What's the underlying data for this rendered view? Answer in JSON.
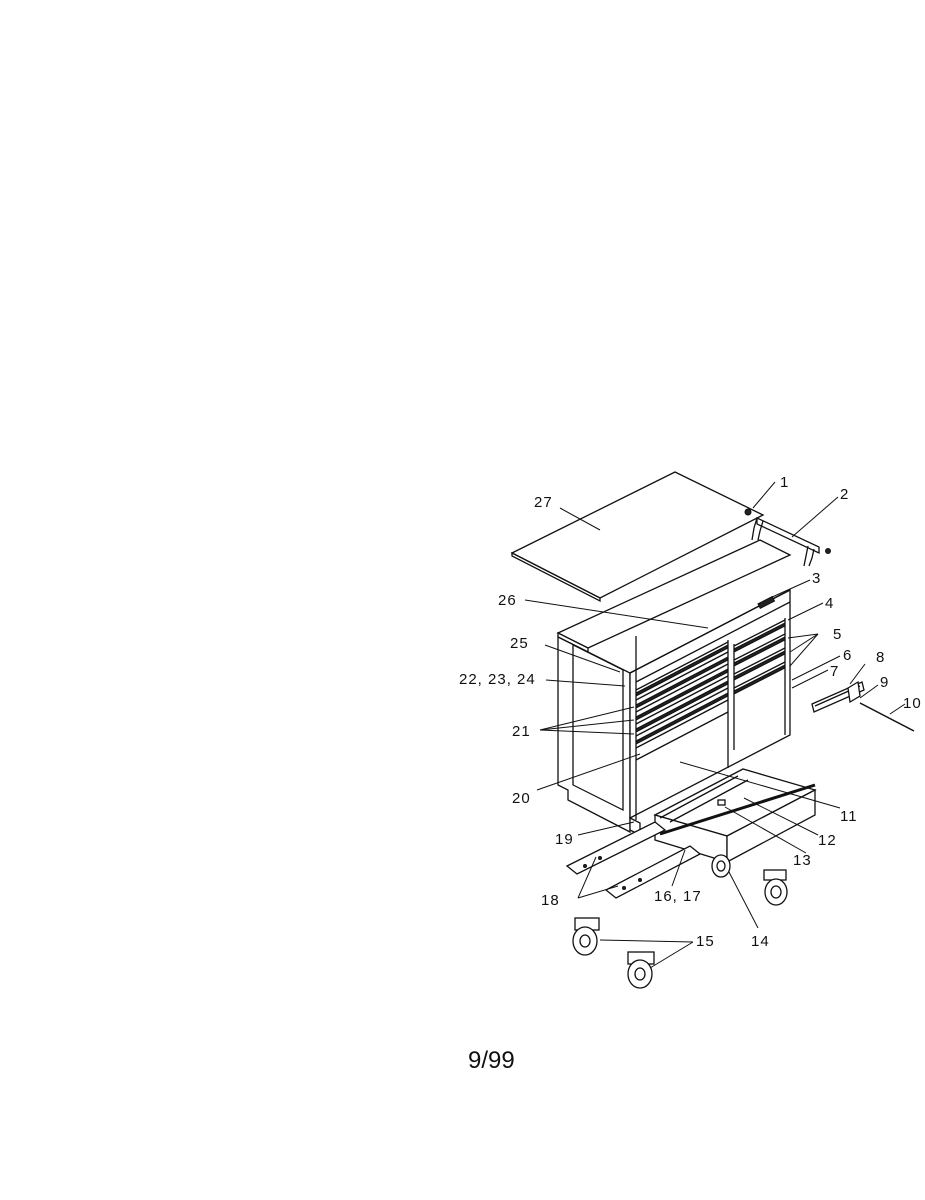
{
  "labels": {
    "l1": "1",
    "l2": "2",
    "l3": "3",
    "l4": "4",
    "l5": "5",
    "l6": "6",
    "l7": "7",
    "l8": "8",
    "l9": "9",
    "l10": "10",
    "l11": "11",
    "l12": "12",
    "l13": "13",
    "l14": "14",
    "l15": "15",
    "l16_17": "16, 17",
    "l18": "18",
    "l19": "19",
    "l20": "20",
    "l21": "21",
    "l22_23_24": "22, 23, 24",
    "l25": "25",
    "l26": "26",
    "l27": "27"
  },
  "footer": {
    "page_number": "9/99"
  }
}
